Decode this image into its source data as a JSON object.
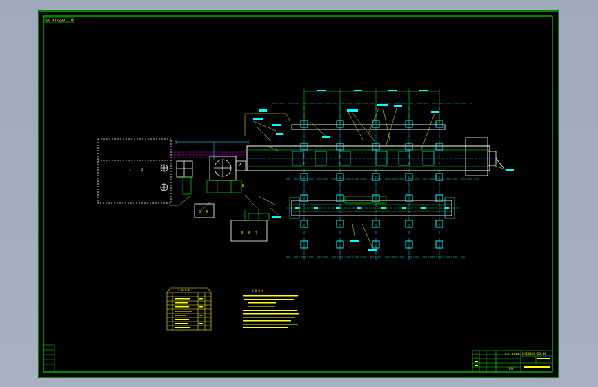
{
  "drawing": {
    "code_tag": "00-XTKZ0011-M",
    "layout_labels": [
      "1",
      "2"
    ],
    "box_labels": [
      "3",
      "4"
    ],
    "panel_labels": [
      "5",
      "6",
      "7"
    ],
    "table_title": "X-X-X-X",
    "notes_title": "X X X X",
    "scale_label": "1:1 XXXX",
    "drawing_number": "HY10026-15.00",
    "sheet_label": "YYY"
  },
  "colors": {
    "background": "#000000",
    "frame": "#00ff00",
    "text": "#ffff00",
    "centerline": "#00ffff",
    "outline": "#ffffff",
    "accent": "#ff00ff"
  }
}
